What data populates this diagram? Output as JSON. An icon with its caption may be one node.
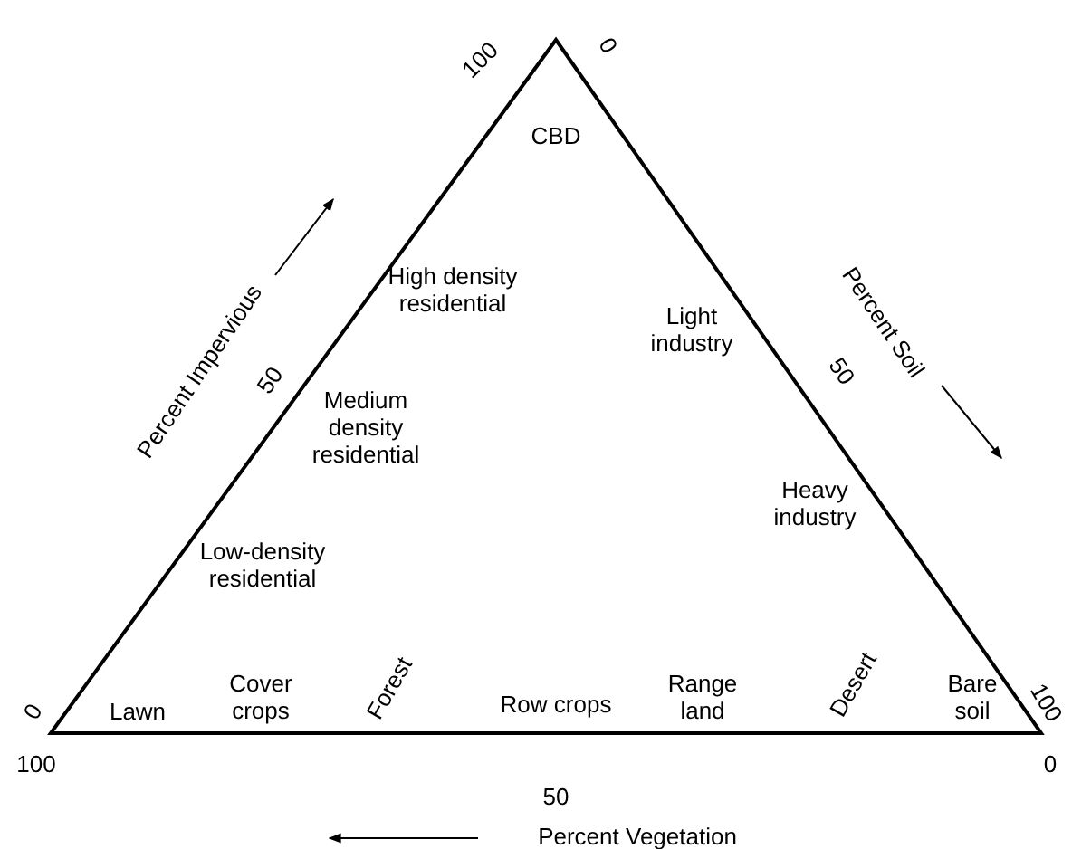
{
  "diagram": {
    "labels": [
      "100",
      "0",
      "CBD",
      "Percent Impervious",
      "High density residential",
      "Light industry",
      "Percent Soil",
      "50",
      "50",
      "Medium density residential",
      "Heavy industry",
      "Low-density residential",
      "0",
      "Lawn",
      "Cover crops",
      "Forest",
      "Row crops",
      "Range land",
      "Desert",
      "Bare soil",
      "100",
      "100",
      "0",
      "50",
      "Percent Vegetation"
    ]
  }
}
